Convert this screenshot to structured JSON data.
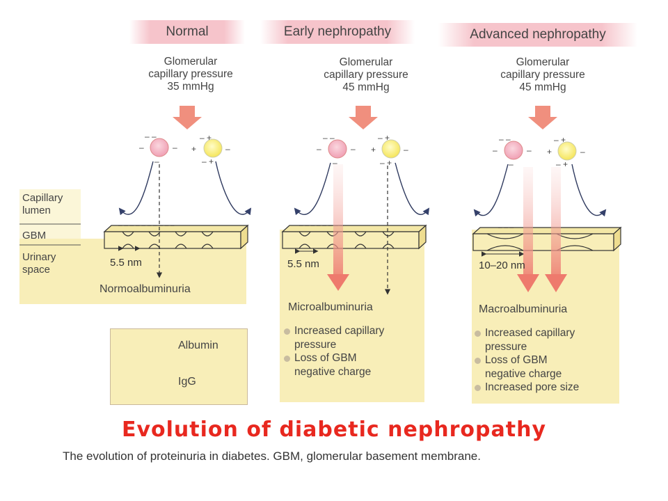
{
  "stages": [
    {
      "title": "Normal",
      "pressure_lines": [
        "Glomerular",
        "capillary pressure",
        "35 mmHg"
      ],
      "pore_label": "5.5 nm",
      "outcome": "Normoalbuminuria",
      "bullets": []
    },
    {
      "title": "Early nephropathy",
      "pressure_lines": [
        "Glomerular",
        "capillary pressure",
        "45 mmHg"
      ],
      "pore_label": "5.5 nm",
      "outcome": "Microalbuminuria",
      "bullets": [
        [
          "Increased capillary",
          "pressure"
        ],
        [
          "Loss of GBM",
          "negative charge"
        ]
      ]
    },
    {
      "title": "Advanced nephropathy",
      "pressure_lines": [
        "Glomerular",
        "capillary pressure",
        "45 mmHg"
      ],
      "pore_label": "10–20 nm",
      "outcome": "Macroalbuminuria",
      "bullets": [
        [
          "Increased capillary",
          "pressure"
        ],
        [
          "Loss of GBM",
          "negative charge"
        ],
        [
          "Increased pore size"
        ]
      ]
    }
  ],
  "side_labels": {
    "lumen": [
      "Capillary",
      "lumen"
    ],
    "gbm": [
      "GBM"
    ],
    "urinary": [
      "Urinary",
      "space"
    ]
  },
  "legend": {
    "albumin": "Albumin",
    "igg": "IgG",
    "colors": {
      "albumin": "#f4b8c6",
      "igg": "#fbf18c"
    }
  },
  "heading": "Evolution of diabetic nephropathy",
  "caption": "The evolution of proteinuria in diabetes. GBM, glomerular basement membrane."
}
